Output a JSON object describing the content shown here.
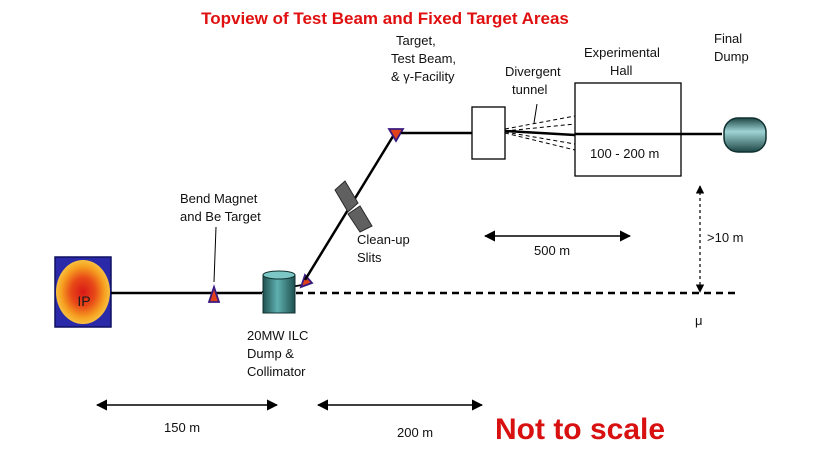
{
  "title": "Topview of Test Beam and Fixed Target Areas",
  "labels": {
    "ip": "IP",
    "bend_line1": "Bend Magnet",
    "bend_line2": "and Be Target",
    "cleanup_line1": "Clean-up",
    "cleanup_line2": "Slits",
    "ilc_line1": "20MW ILC",
    "ilc_line2": "Dump &",
    "ilc_line3": "Collimator",
    "target_line1": "Target,",
    "target_line2": "Test Beam,",
    "target_line3": "& γ-Facility",
    "divergent_line1": "Divergent",
    "divergent_line2": "tunnel",
    "hall_line1": "Experimental",
    "hall_line2": "Hall",
    "hall_range": "100 - 200 m",
    "dump_line1": "Final",
    "dump_line2": "Dump",
    "offset": ">10 m",
    "mu": "μ",
    "dist_500": "500 m",
    "dist_150": "150 m",
    "dist_200": "200 m",
    "not_to_scale": "Not to scale"
  },
  "colors": {
    "title": "#e01010",
    "ip_square": "#2a2aa8",
    "ip_core": "#e02020",
    "ip_glow": "#f6a020",
    "magnet_fill": "#e0411a",
    "magnet_edge": "#3a1a80",
    "dump_body": "#3f8a8a"
  }
}
